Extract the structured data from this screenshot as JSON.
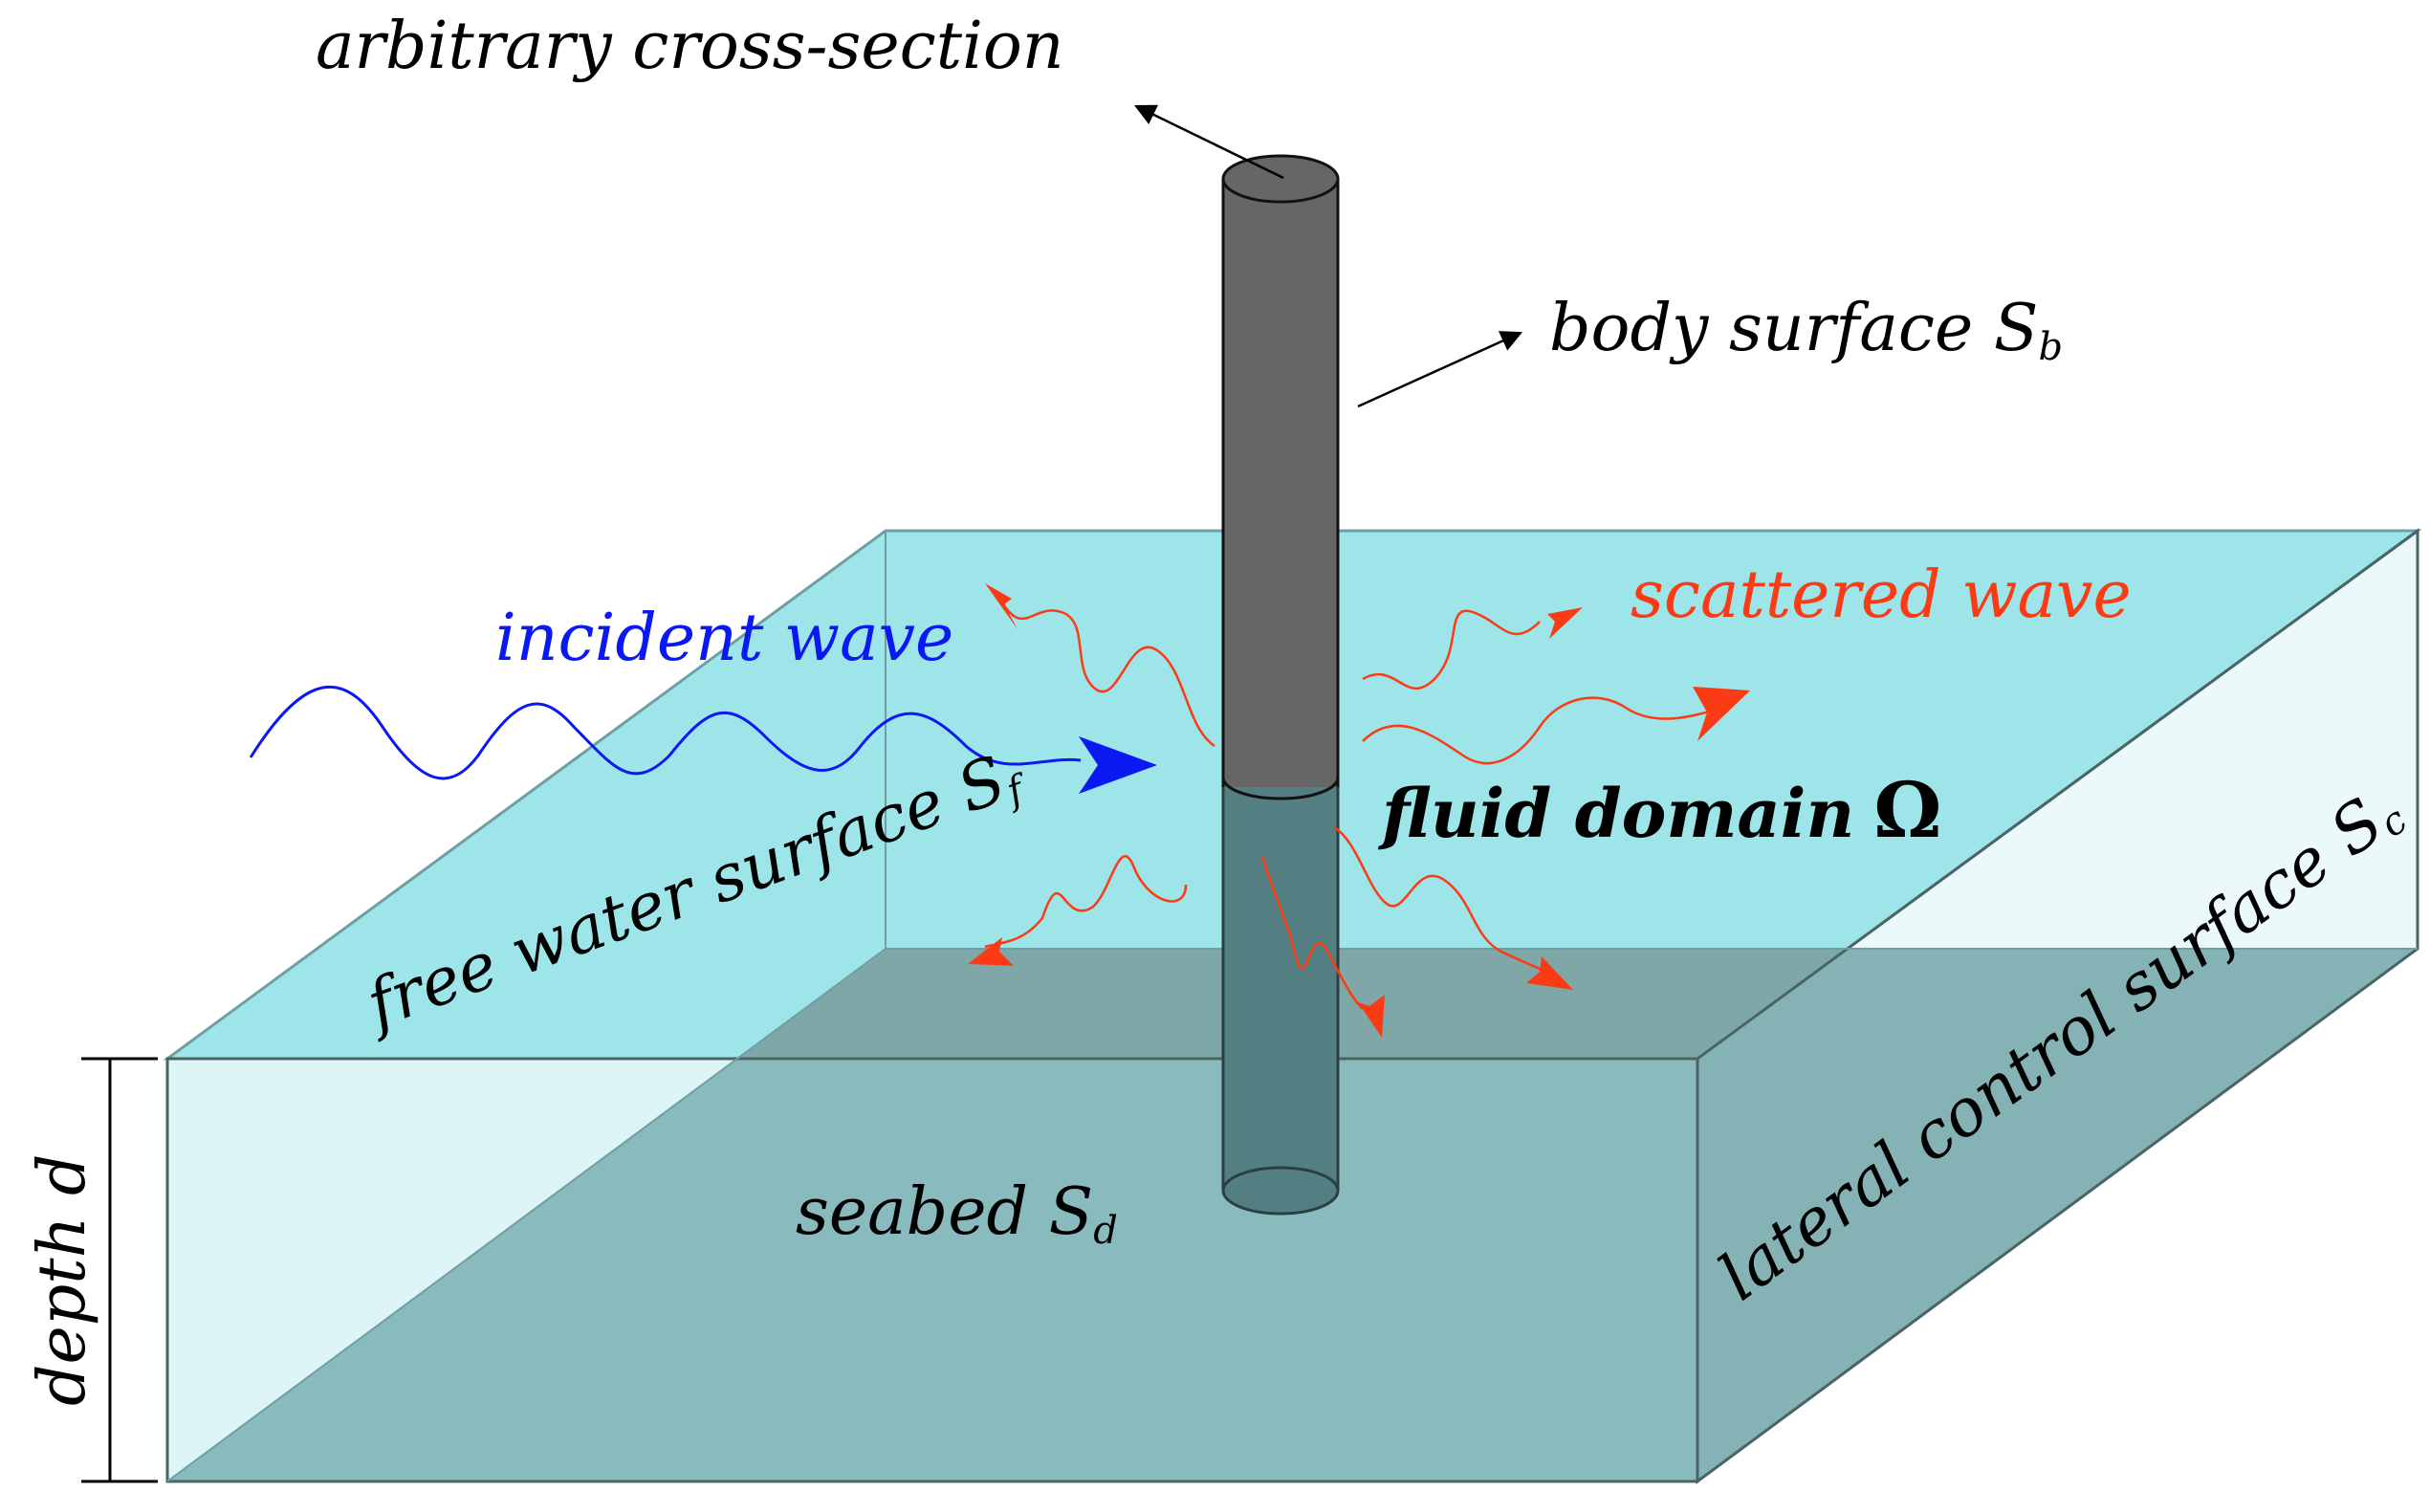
{
  "labels": {
    "cross_section": "arbitrary cross-section",
    "body_surface": "body surface S",
    "body_surface_sub": "b",
    "scattered_wave": "scattered wave",
    "incident_wave": "incident wave",
    "fluid_domain": "fluid domain",
    "fluid_domain_symbol": "Ω",
    "free_surface": "free water surface S",
    "free_surface_sub": "f",
    "lateral_surface": "lateral control surface S",
    "lateral_surface_sub": "c",
    "seabed": "seabed S",
    "seabed_sub": "d",
    "depth": "depth d"
  },
  "colors": {
    "water_top": "#9ee5ea",
    "water_side": "#9fe3e8",
    "seabed": "#7fa7a8",
    "cylinder_above": "#666666",
    "cylinder_below": "#547f82",
    "incident": "#0a18f2",
    "scattered": "#fa3b14",
    "text": "#000000"
  }
}
